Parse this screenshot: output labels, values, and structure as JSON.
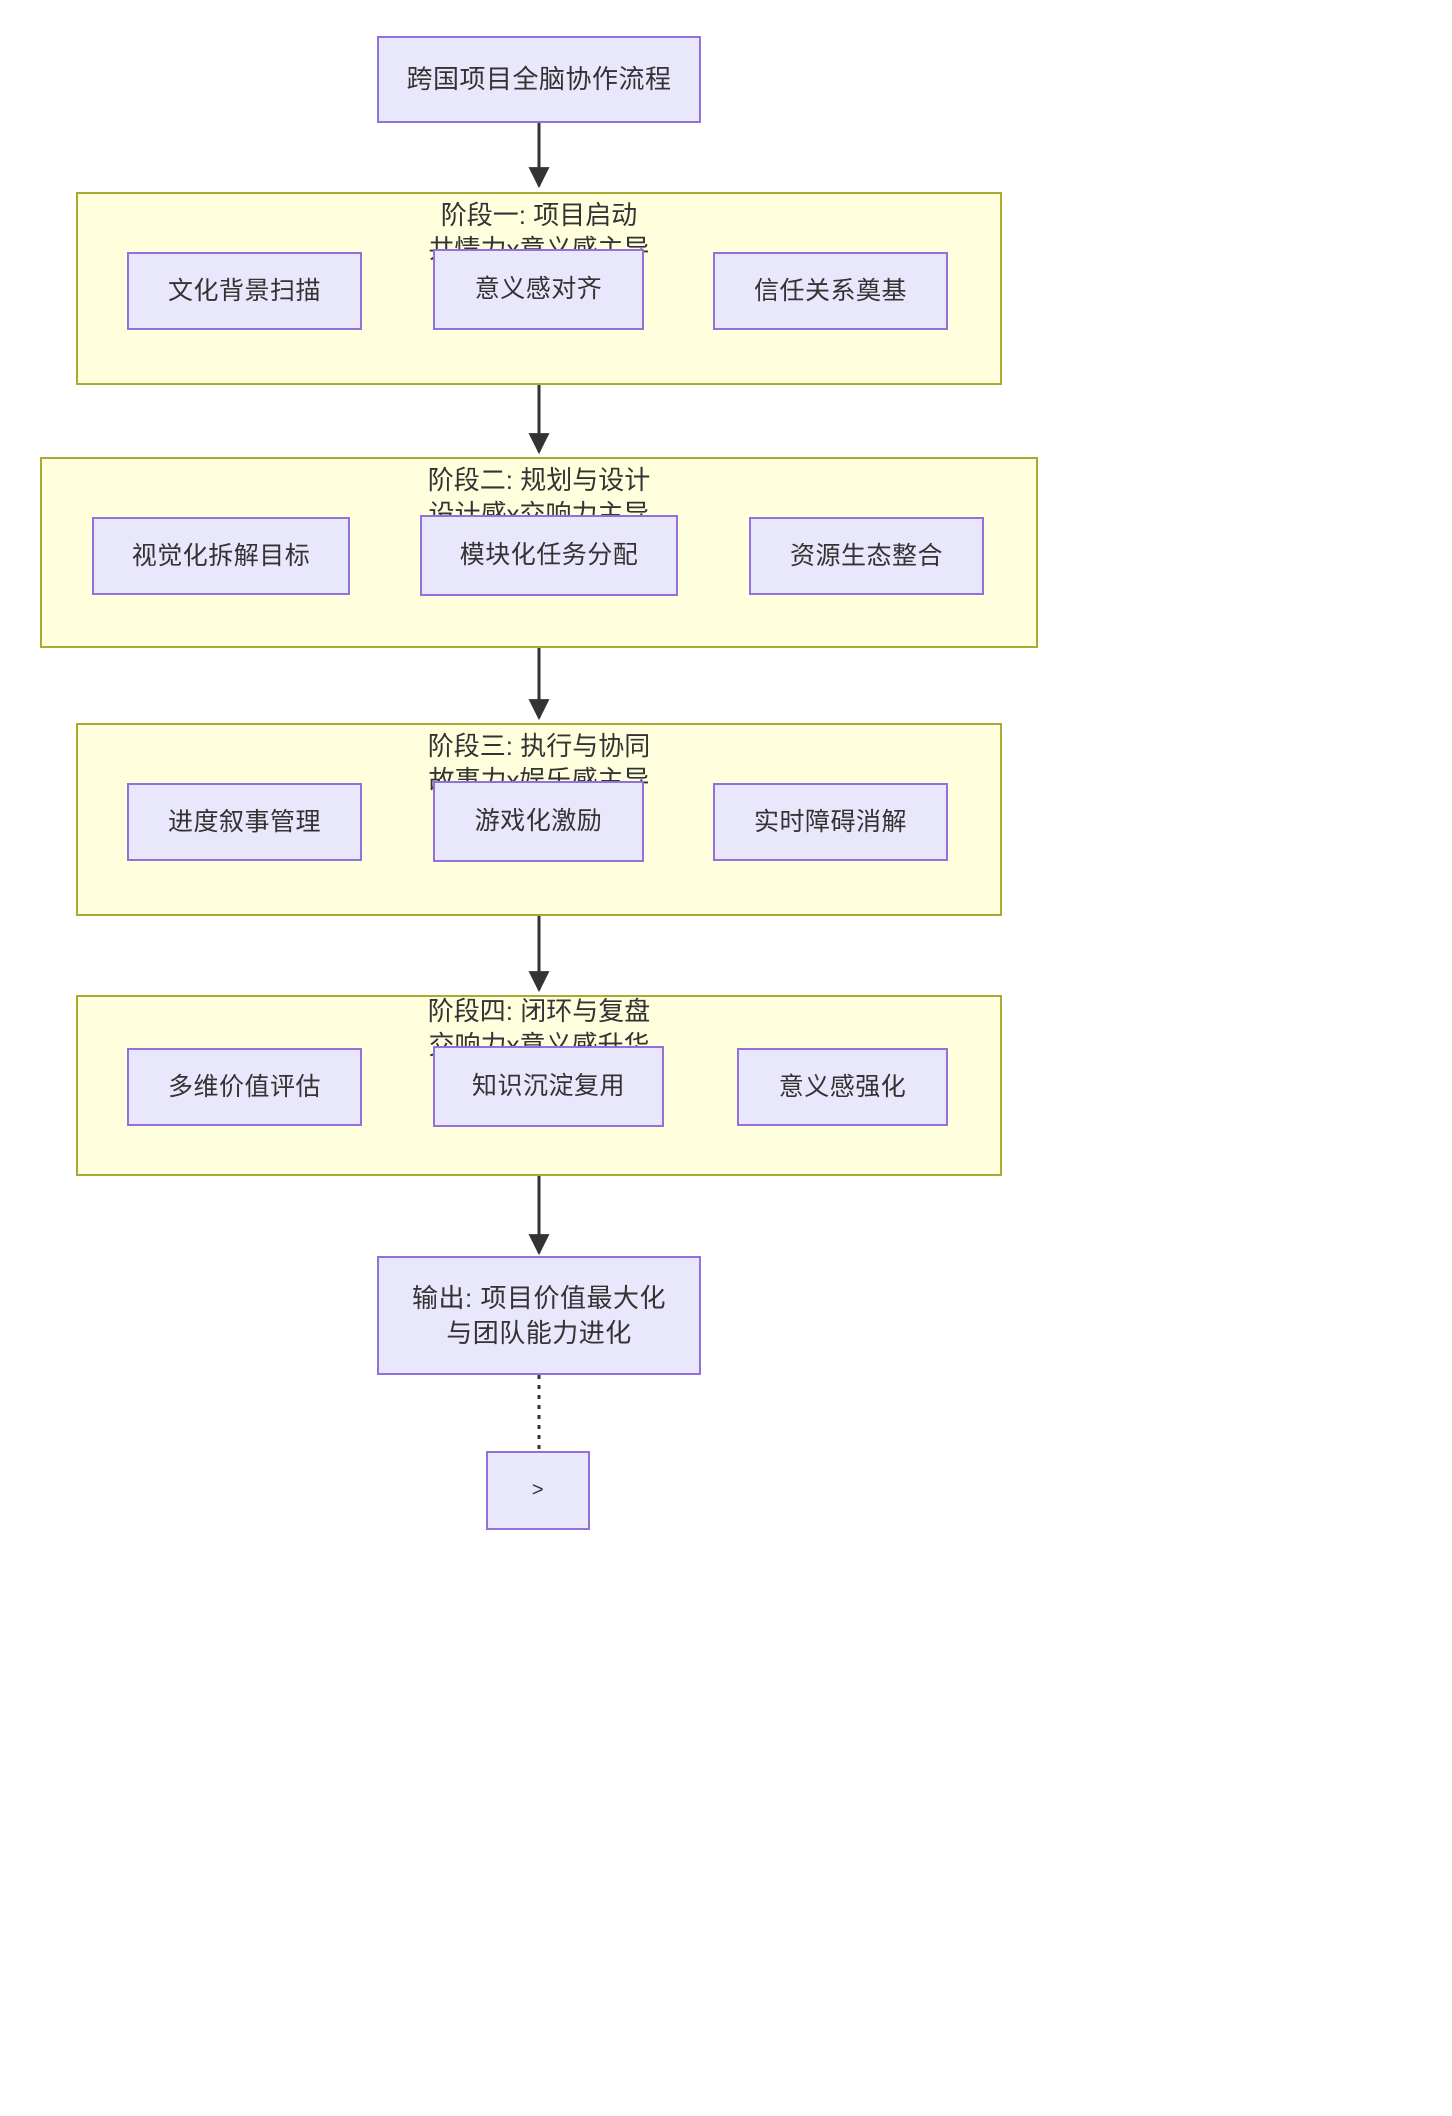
{
  "diagram": {
    "type": "flowchart",
    "direction": "top-down",
    "title_node": {
      "label": "跨国项目全脑协作流程"
    },
    "clusters": [
      {
        "id": "phase-1",
        "title": "阶段一: 项目启动",
        "subtitle": "共情力x意义感主导",
        "nodes": [
          {
            "id": "p1n1",
            "label": "文化背景扫描"
          },
          {
            "id": "p1n2",
            "label": "意义感对齐"
          },
          {
            "id": "p1n3",
            "label": "信任关系奠基"
          }
        ]
      },
      {
        "id": "phase-2",
        "title": "阶段二: 规划与设计",
        "subtitle": "设计感x交响力主导",
        "nodes": [
          {
            "id": "p2n1",
            "label": "视觉化拆解目标"
          },
          {
            "id": "p2n2",
            "label": "模块化任务分配"
          },
          {
            "id": "p2n3",
            "label": "资源生态整合"
          }
        ]
      },
      {
        "id": "phase-3",
        "title": "阶段三: 执行与协同",
        "subtitle": "故事力x娱乐感主导",
        "nodes": [
          {
            "id": "p3n1",
            "label": "进度叙事管理"
          },
          {
            "id": "p3n2",
            "label": "游戏化激励"
          },
          {
            "id": "p3n3",
            "label": "实时障碍消解"
          }
        ]
      },
      {
        "id": "phase-4",
        "title": "阶段四: 闭环与复盘",
        "subtitle": "交响力x意义感升华",
        "nodes": [
          {
            "id": "p4n1",
            "label": "多维价值评估"
          },
          {
            "id": "p4n2",
            "label": "知识沉淀复用"
          },
          {
            "id": "p4n3",
            "label": "意义感强化"
          }
        ]
      }
    ],
    "output_node": {
      "line1": "输出: 项目价值最大化",
      "line2": "与团队能力进化"
    },
    "terminal_node": {
      "label": ">"
    },
    "colors": {
      "node_fill": "#e9e7fb",
      "node_stroke": "#9370db",
      "cluster_fill": "#ffffde",
      "cluster_stroke": "#aaaa33",
      "text": "#333333",
      "edge": "#333333",
      "background": "#ffffff"
    }
  }
}
